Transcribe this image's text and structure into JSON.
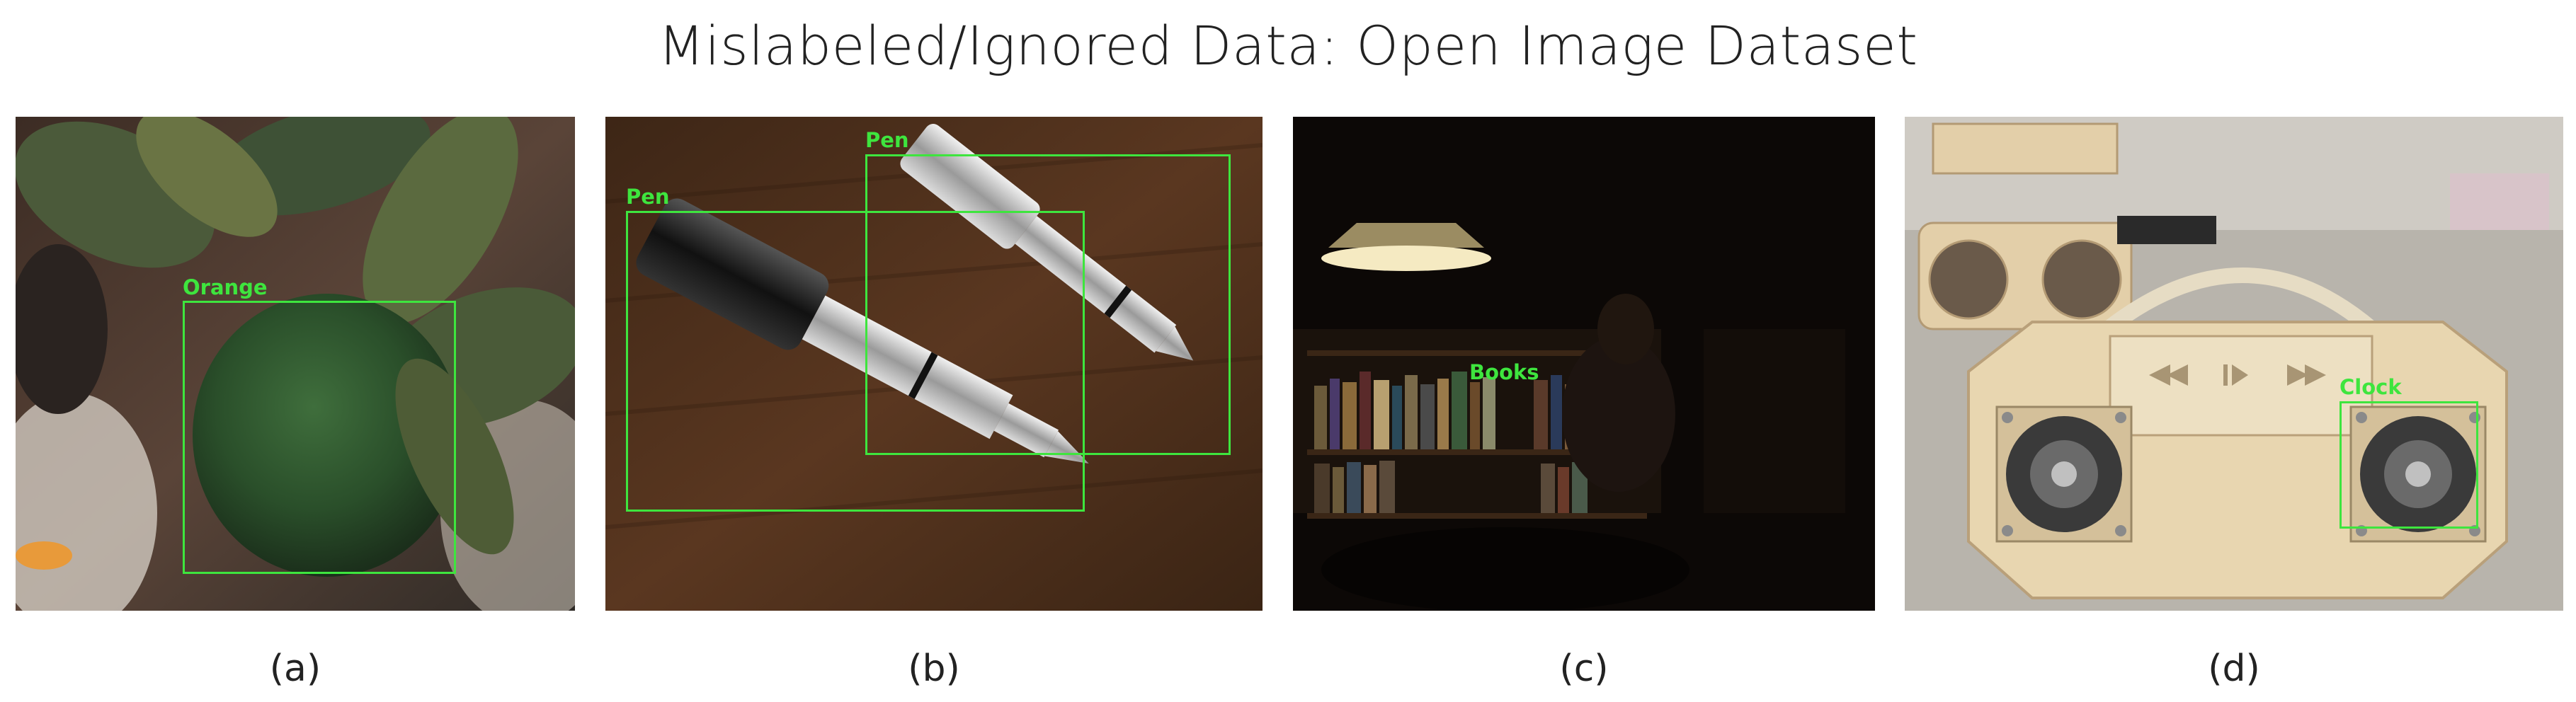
{
  "title": "Mislabeled/Ignored Data: Open Image Dataset",
  "accent_color": "#3ee53e",
  "panels": [
    {
      "caption": "(a)",
      "scene": "orange on tree branch",
      "boxes": [
        {
          "label": "Orange"
        }
      ]
    },
    {
      "caption": "(b)",
      "scene": "two audio jack adapters on wooden table",
      "boxes": [
        {
          "label": "Pen"
        },
        {
          "label": "Pen"
        }
      ]
    },
    {
      "caption": "(c)",
      "scene": "dim room with bookshelves and lamp",
      "boxes": [
        {
          "label": "Books"
        }
      ]
    },
    {
      "caption": "(d)",
      "scene": "laser-cut wooden boombox with speakers",
      "boxes": [
        {
          "label": "Clock"
        }
      ]
    }
  ]
}
